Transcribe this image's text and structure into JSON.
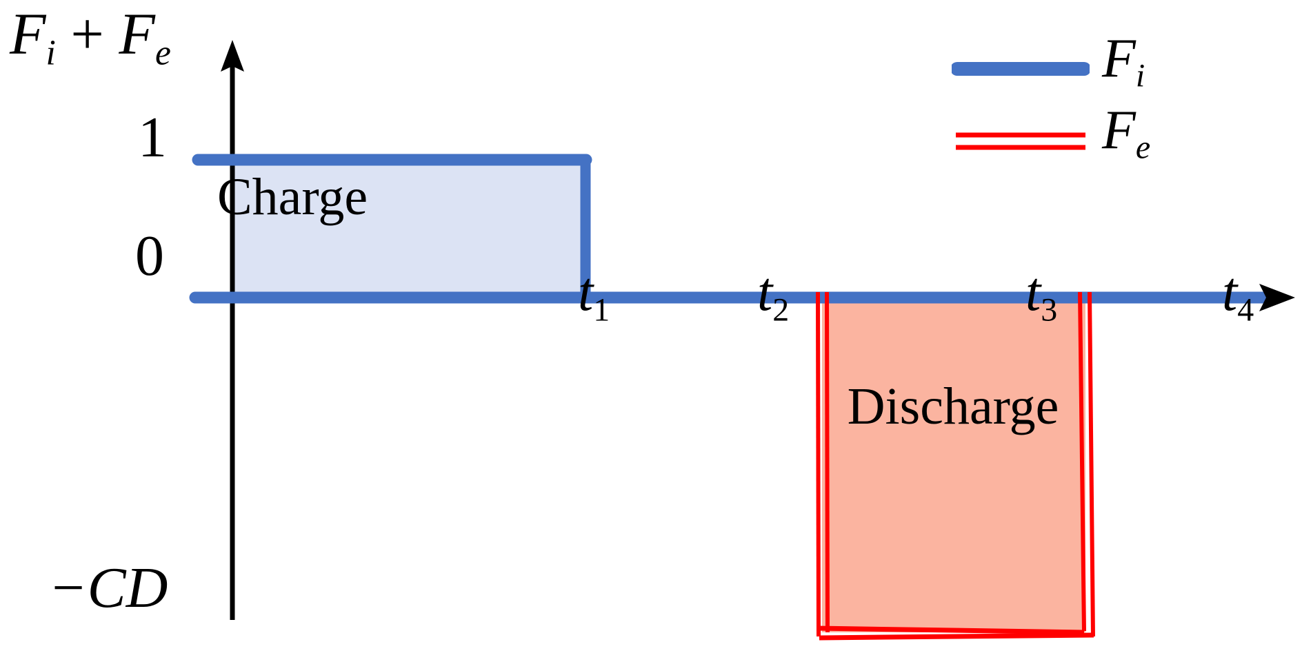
{
  "chart_data": {
    "type": "line",
    "title": "",
    "ylabel": "F_i + F_e",
    "xlabel": "",
    "grid": false,
    "y_tick_labels": [
      "1",
      "0",
      "-CD"
    ],
    "y_tick_values": [
      1,
      0,
      -1
    ],
    "x_tick_labels": [
      "t1",
      "t2",
      "t3",
      "t4"
    ],
    "annotations": [
      "Charge",
      "Discharge"
    ],
    "legend_position": "top-right",
    "series": [
      {
        "name": "F_i",
        "style": "solid-thick",
        "color": "#4472c4",
        "fill": "#dce3f4",
        "x": [
          "0",
          "t1",
          "t1",
          "t4"
        ],
        "values": [
          1,
          1,
          0,
          0
        ],
        "description": "Intrinsic force: constant 1 from 0 to t1 (Charge), then 0 out to t4"
      },
      {
        "name": "F_e",
        "style": "double-line",
        "color": "#ff0000",
        "fill": "#fbb4a0",
        "x": [
          "t2",
          "t3"
        ],
        "values": [
          -1,
          -1
        ],
        "description": "External force: constant -CD from t2 to t3 (Discharge), 0 elsewhere"
      }
    ]
  },
  "axes": {
    "y_axis": {
      "label_parts": {
        "f": "F",
        "sub_i": "i",
        "plus": "+",
        "f2": "F",
        "sub_e": "e"
      },
      "arrow": "up-arrow-icon"
    },
    "x_axis": {
      "arrow": "right-arrow-icon"
    },
    "ticks": {
      "one": "1",
      "zero": "0",
      "minus_cd": "−CD"
    },
    "time_marks": [
      {
        "base": "t",
        "sub": "1"
      },
      {
        "base": "t",
        "sub": "2"
      },
      {
        "base": "t",
        "sub": "3"
      },
      {
        "base": "t",
        "sub": "4"
      }
    ]
  },
  "regions": {
    "charge": {
      "label": "Charge",
      "fill": "#dce3f4",
      "border": "#4472c4"
    },
    "discharge": {
      "label": "Discharge",
      "fill": "#fbb4a0",
      "border": "#ff0000"
    }
  },
  "legend": {
    "items": [
      {
        "key": "solid-blue-line-swatch",
        "base": "F",
        "sub": "i",
        "color": "#4472c4"
      },
      {
        "key": "double-red-line-swatch",
        "base": "F",
        "sub": "e",
        "color": "#ff0000"
      }
    ]
  },
  "colors": {
    "blue_line": "#4472c4",
    "blue_fill": "#dce3f4",
    "red_line": "#ff0000",
    "red_fill": "#fbb4a0",
    "axis": "#000000"
  }
}
